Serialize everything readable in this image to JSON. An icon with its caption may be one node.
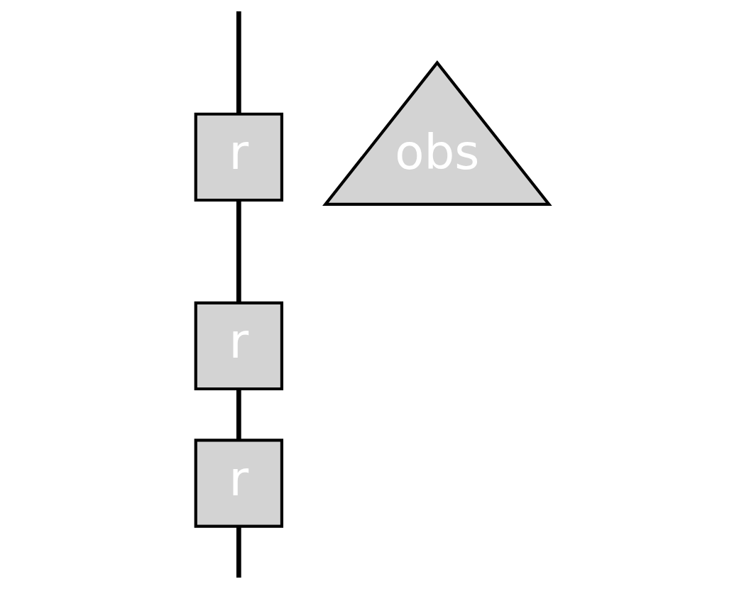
{
  "diagram": {
    "nodes": [
      {
        "text": [
          "r"
        ]
      },
      {
        "text": [
          "obs"
        ]
      },
      {
        "text": [
          "r"
        ]
      },
      {
        "text": [
          "r"
        ]
      }
    ],
    "edges": [
      {
        "from": null,
        "to": 0,
        "arrow": "none"
      },
      {
        "from": 0,
        "to": 2,
        "arrow": "none"
      },
      {
        "from": 2,
        "to": 3,
        "arrow": "none"
      },
      {
        "from": 3,
        "to": null,
        "arrow": "none"
      }
    ]
  }
}
